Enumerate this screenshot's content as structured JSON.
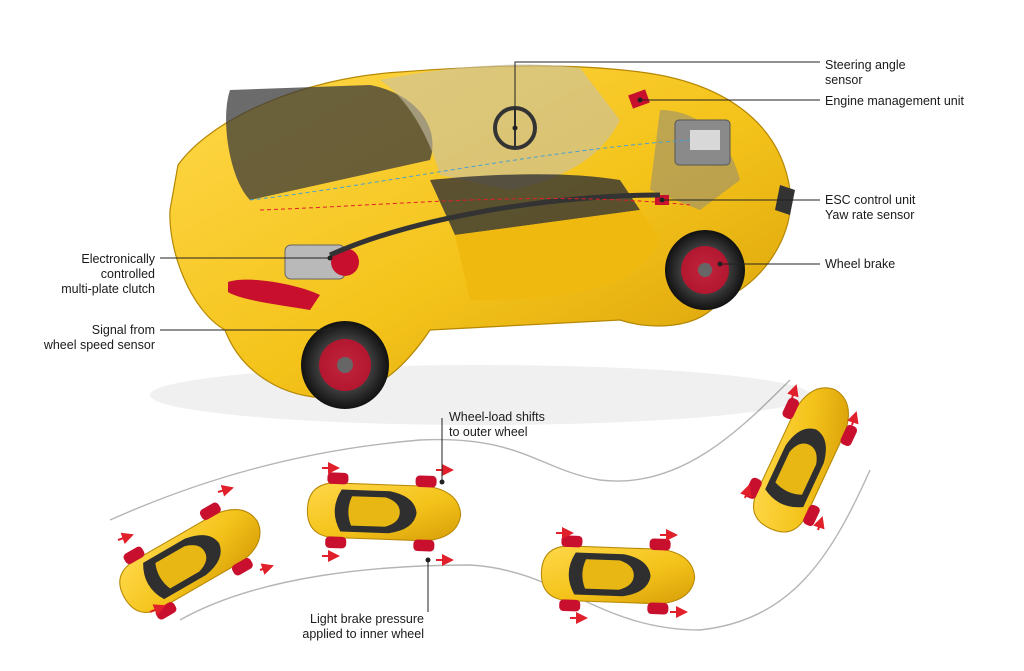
{
  "labels": {
    "steering_angle_sensor": [
      "Steering angle",
      "sensor"
    ],
    "engine_management_unit": [
      "Engine management unit"
    ],
    "esc_control_unit": [
      "ESC control unit",
      "Yaw rate sensor"
    ],
    "wheel_brake": [
      "Wheel brake"
    ],
    "multi_plate_clutch": [
      "Electronically",
      "controlled",
      "multi-plate clutch"
    ],
    "wheel_speed_sensor": [
      "Signal from",
      "wheel speed sensor"
    ],
    "wheel_load_shifts": [
      "Wheel-load shifts",
      "to outer wheel"
    ],
    "light_brake_pressure": [
      "Light brake pressure",
      "applied to inner wheel"
    ]
  },
  "colors": {
    "car_body": "#f4c31a",
    "car_shadow": "#d9a40c",
    "glass": "#3a3a3a",
    "brake_red": "#c8102e",
    "arrow_red": "#e0202a",
    "leader_line": "#222222",
    "road_line": "#b5b5b5"
  }
}
